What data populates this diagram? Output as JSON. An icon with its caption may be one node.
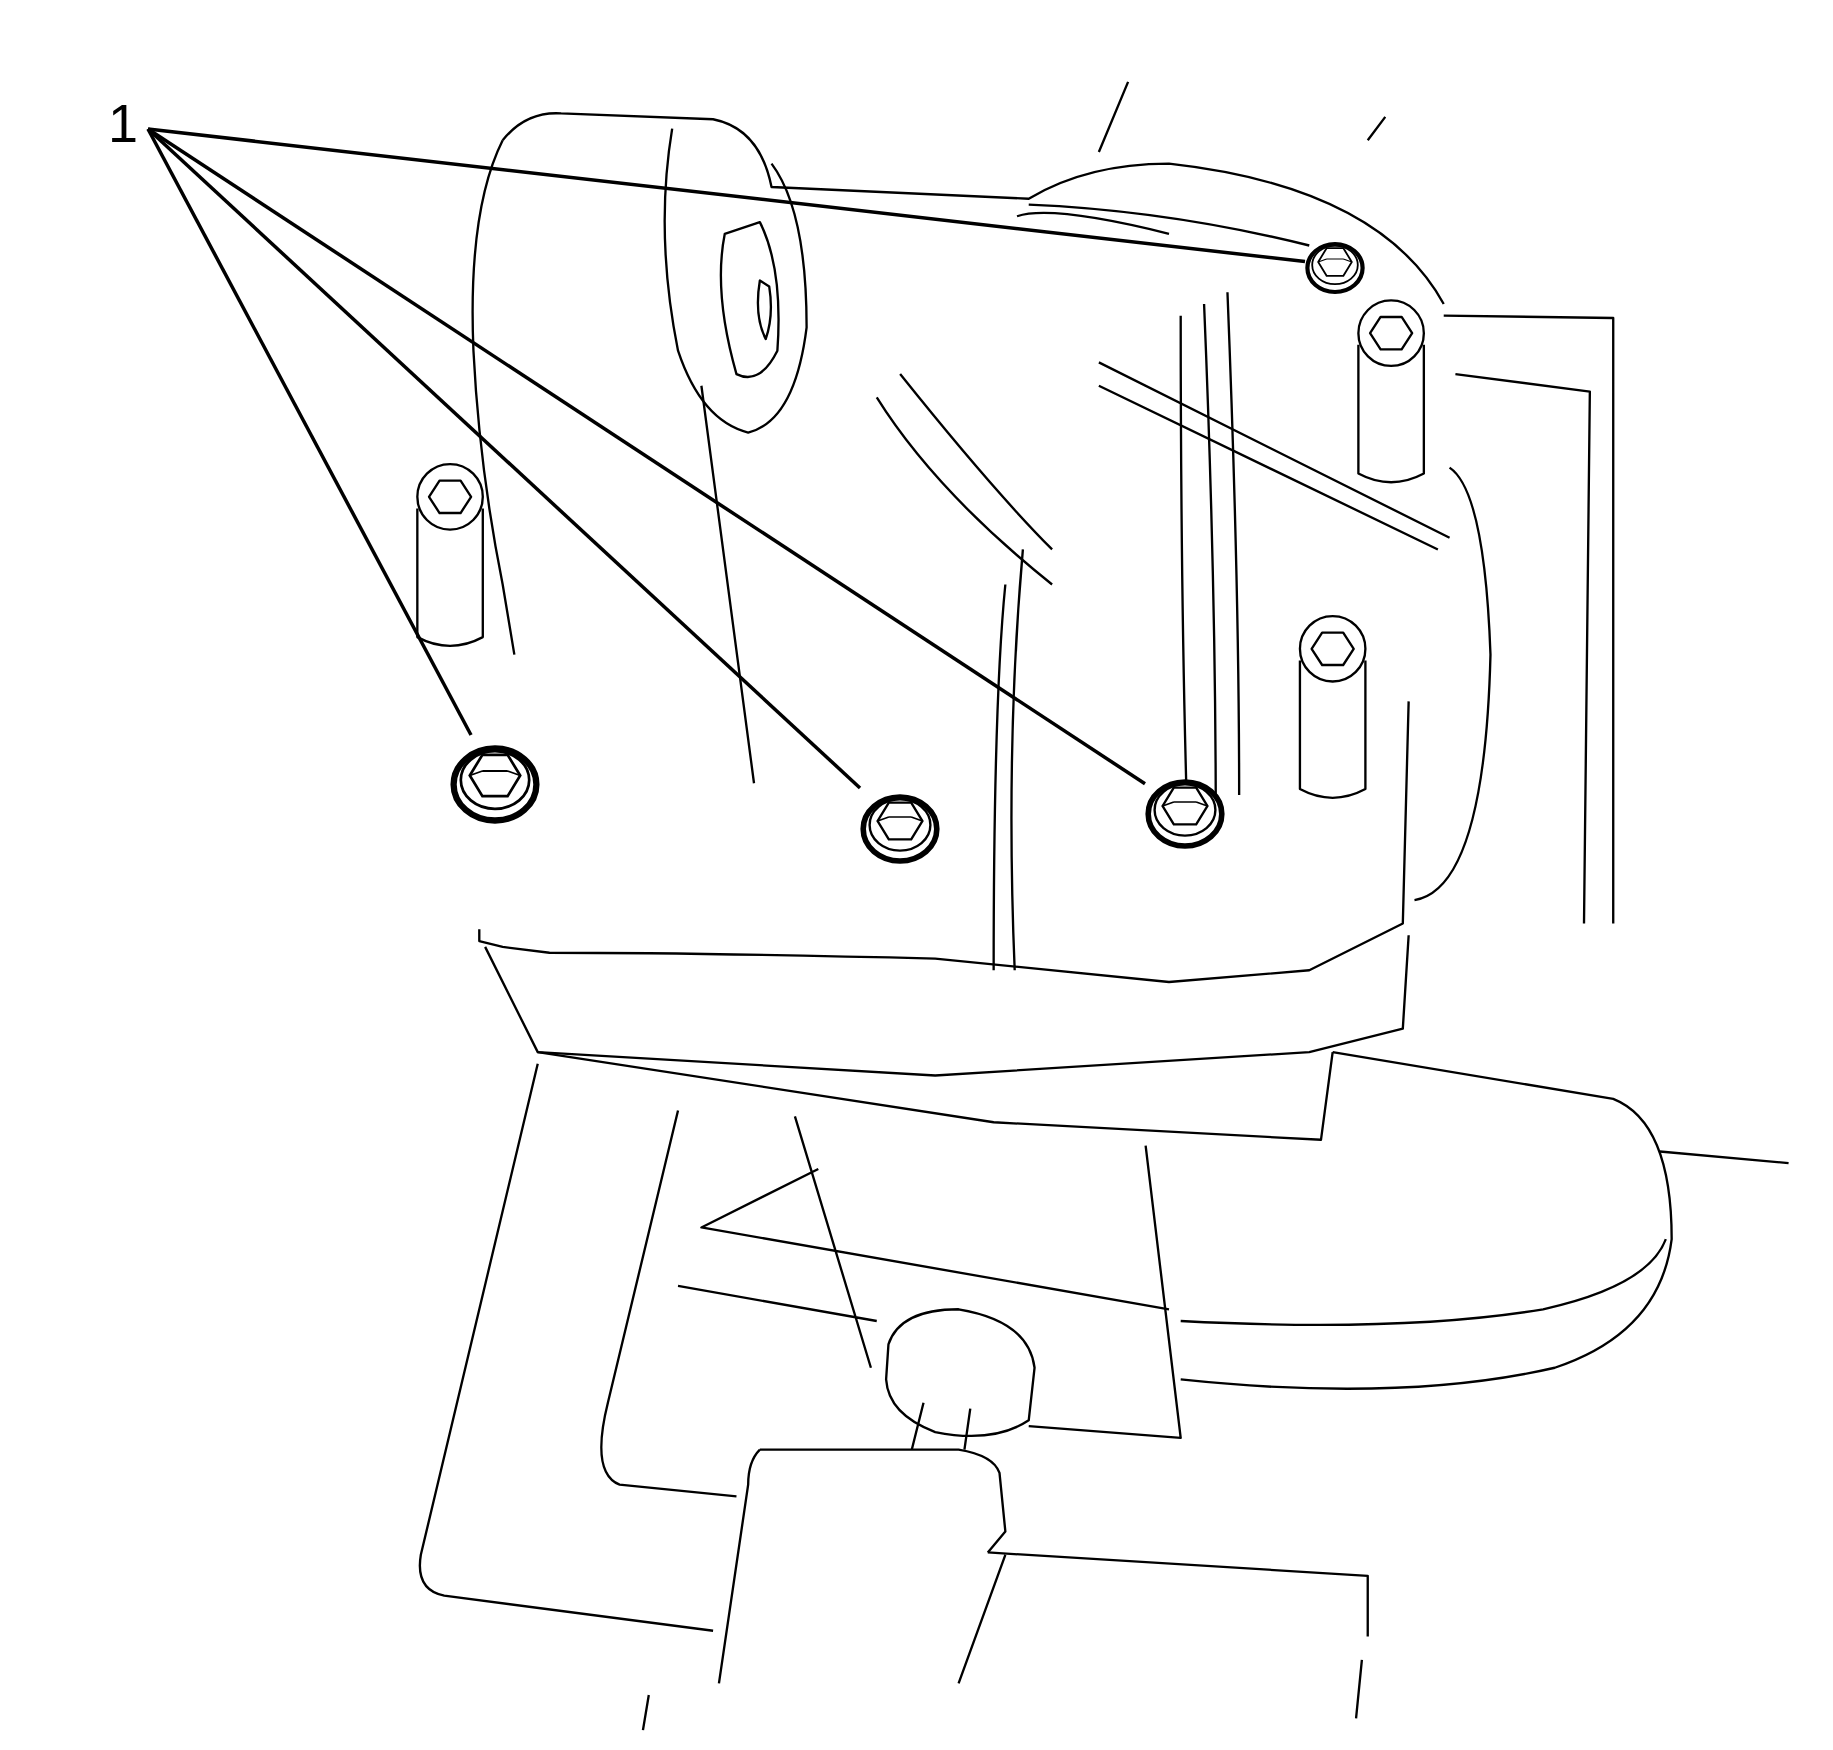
{
  "diagram": {
    "nodes": [
      {
        "text": [
          "1"
        ]
      },
      {
        "text": [],
        "shape": "picture"
      },
      {
        "text": [],
        "shape": "picture"
      },
      {
        "text": [],
        "shape": "picture"
      },
      {
        "text": [],
        "shape": "picture"
      }
    ],
    "edges": [
      {
        "from": 0,
        "to": 1,
        "arrow": "none"
      },
      {
        "from": 0,
        "to": 2,
        "arrow": "none"
      },
      {
        "from": 0,
        "to": 3,
        "arrow": "none"
      },
      {
        "from": 0,
        "to": 4,
        "arrow": "none"
      }
    ]
  }
}
